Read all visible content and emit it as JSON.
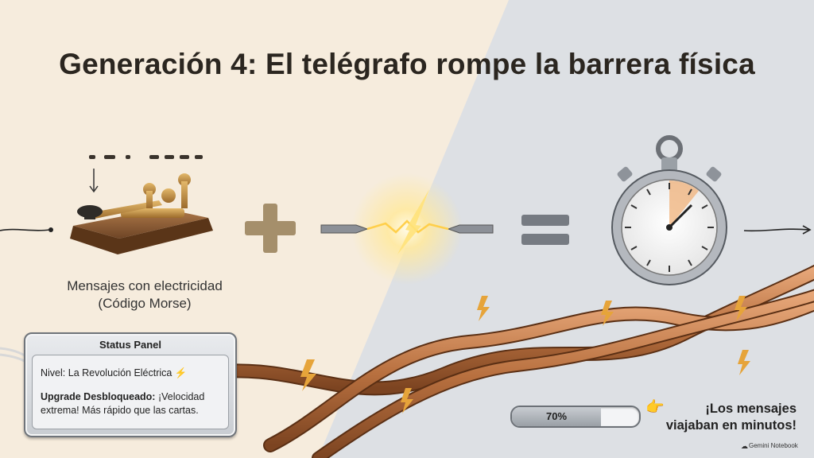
{
  "title": "Generación 4: El telégrafo rompe la barrera física",
  "caption": {
    "line1": "Mensajes con electricidad",
    "line2": "(Código Morse)"
  },
  "status_panel": {
    "title": "Status Panel",
    "level_label": "Nivel:",
    "level_value": "La Revolución Eléctrica",
    "upgrade_label": "Upgrade Desbloqueado:",
    "upgrade_text": "¡Velocidad extrema! Más rápido que las cartas."
  },
  "progress": {
    "label": "70%",
    "value": 0.7
  },
  "callout": {
    "line1": "¡Los mensajes",
    "line2": "viajaban en minutos!"
  },
  "brand": "Gemini Notebook",
  "icons": [
    "telegraph-key-icon",
    "plus-icon",
    "spark-icon",
    "equals-icon",
    "stopwatch-icon",
    "copper-wire-icon",
    "hand-pointer-icon",
    "lightning-icon"
  ],
  "colors": {
    "left_bg": "#f6ecdd",
    "right_bg": "#dde0e4",
    "copper": "#c07a45",
    "title": "#2b2620"
  }
}
